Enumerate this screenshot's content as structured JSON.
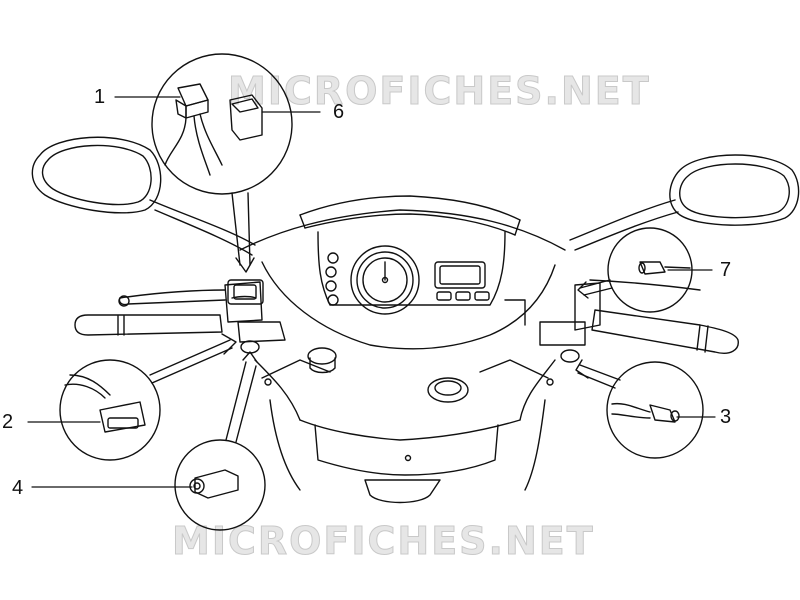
{
  "watermark": {
    "text": "MICROFICHES.NET"
  },
  "callouts": [
    {
      "number": "1"
    },
    {
      "number": "2"
    },
    {
      "number": "3"
    },
    {
      "number": "4"
    },
    {
      "number": "6"
    },
    {
      "number": "7"
    }
  ],
  "colors": {
    "line": "#111111",
    "watermark": "#c9c9c9"
  }
}
